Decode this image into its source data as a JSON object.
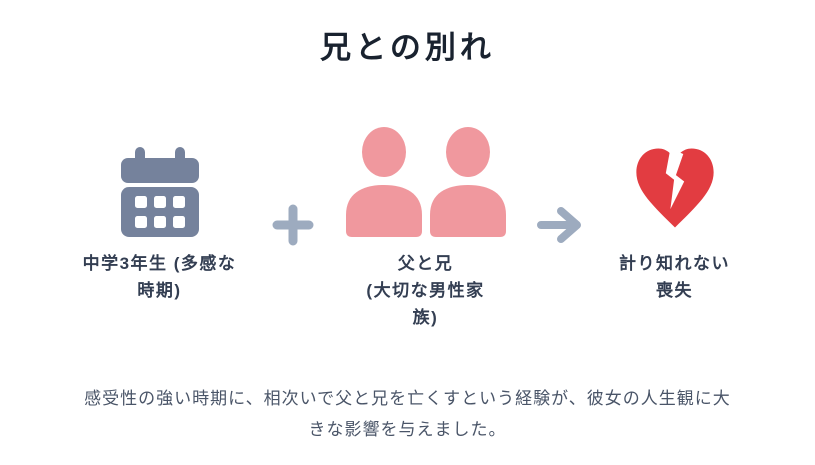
{
  "title": "兄との別れ",
  "colors": {
    "background": "#ffffff",
    "title_text": "#19222f",
    "label_text": "#333e52",
    "caption_text": "#4a5568",
    "operator": "#9dabbf"
  },
  "diagram": {
    "steps": [
      {
        "icon": "calendar-icon",
        "icon_color": "#75829c",
        "label": "中学3年生 (多感な時期)",
        "label_lines": [
          "中学3年生 (多感な",
          "時期)"
        ]
      },
      {
        "icon": "people-icon",
        "icon_color": "#f0989e",
        "label": "父と兄 (大切な男性家族)",
        "label_lines": [
          "父と兄",
          "(大切な男性家",
          "族)"
        ]
      },
      {
        "icon": "broken-heart-icon",
        "icon_color": "#e23c41",
        "label": "計り知れない喪失",
        "label_lines": [
          "計り知れない",
          "喪失"
        ]
      }
    ],
    "operators": [
      {
        "symbol": "+",
        "color": "#9dabbf"
      },
      {
        "symbol": "→",
        "color": "#9dabbf"
      }
    ]
  },
  "caption": {
    "text": "感受性の強い時期に、相次いで父と兄を亡くすという経験が、彼女の人生観に大きな影響を与えました。",
    "lines": [
      "感受性の強い時期に、相次いで父と兄を亡くすという経験が、彼女の人生観に大",
      "きな影響を与えました。"
    ]
  }
}
